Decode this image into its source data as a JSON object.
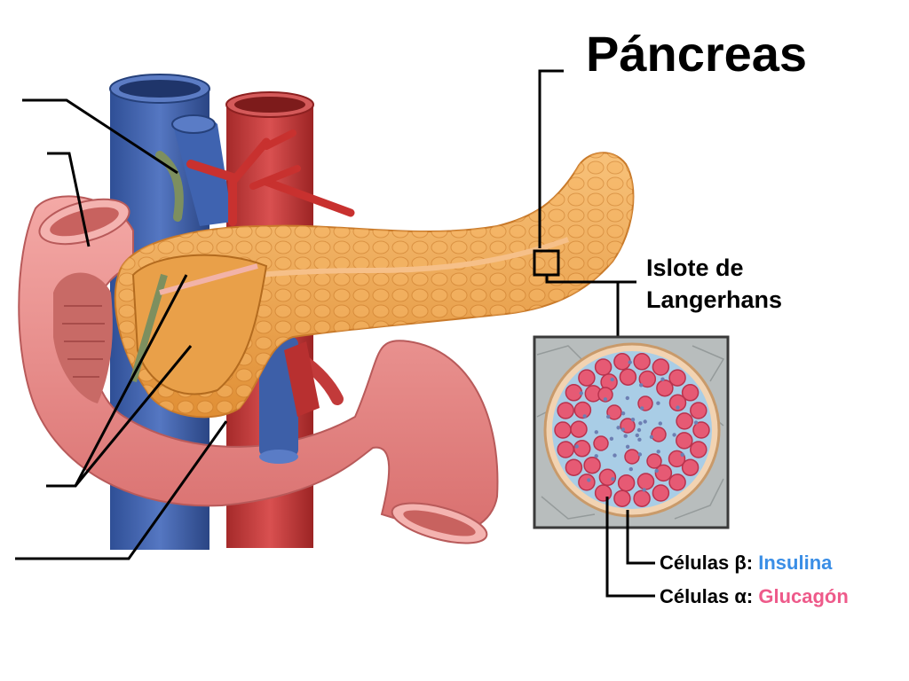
{
  "title": "Páncreas",
  "islet": {
    "label_line1": "Islote de",
    "label_line2": "Langerhans"
  },
  "cells": {
    "beta": {
      "prefix": "Células β:",
      "hormone": "Insulina",
      "color": "#3a8ee6"
    },
    "alpha": {
      "prefix": "Células α:",
      "hormone": "Glucagón",
      "color": "#ee5a8a"
    }
  },
  "colors": {
    "pancreas": "#f2a64e",
    "duodenum": "#ec8f8f",
    "vein": "#3d5fa8",
    "artery": "#c23a3a",
    "beta_cells": "#a9cde6",
    "alpha_cells": "#e65a74"
  }
}
